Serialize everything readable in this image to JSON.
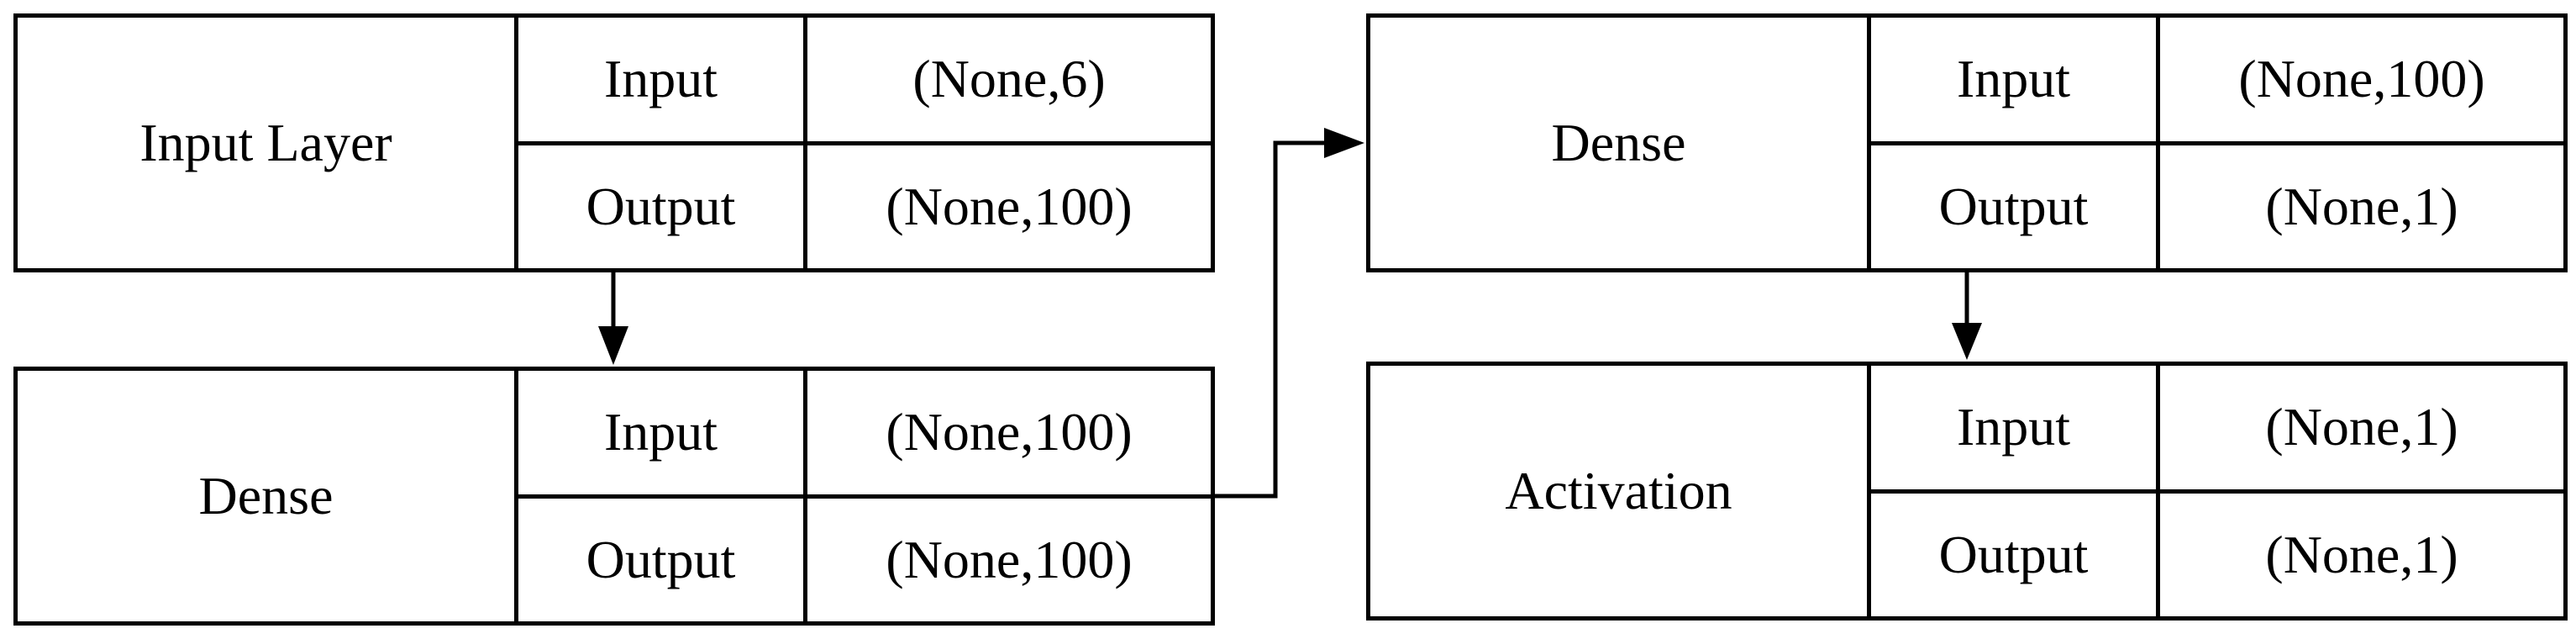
{
  "blocks": [
    {
      "name": "Input Layer",
      "rows": [
        {
          "key": "Input",
          "value": "(None,6)"
        },
        {
          "key": "Output",
          "value": "(None,100)"
        }
      ]
    },
    {
      "name": "Dense",
      "rows": [
        {
          "key": "Input",
          "value": "(None,100)"
        },
        {
          "key": "Output",
          "value": "(None,100)"
        }
      ]
    },
    {
      "name": "Dense",
      "rows": [
        {
          "key": "Input",
          "value": "(None,100)"
        },
        {
          "key": "Output",
          "value": "(None,1)"
        }
      ]
    },
    {
      "name": "Activation",
      "rows": [
        {
          "key": "Input",
          "value": "(None,1)"
        },
        {
          "key": "Output",
          "value": "(None,1)"
        }
      ]
    }
  ]
}
